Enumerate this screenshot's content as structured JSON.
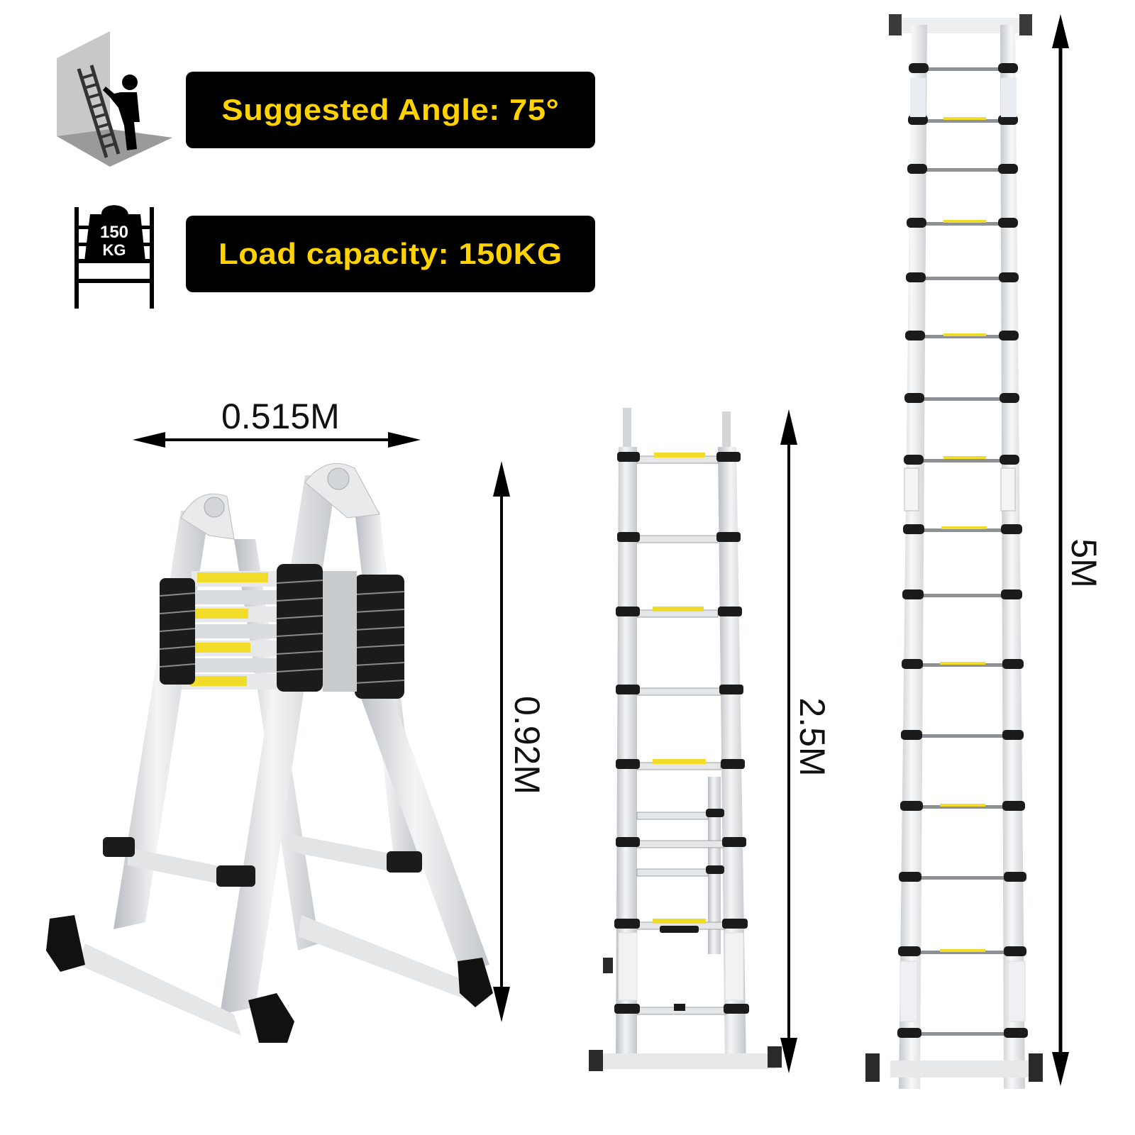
{
  "features": [
    {
      "icon": "ladder-angle-icon",
      "label": "Suggested Angle: 75°"
    },
    {
      "icon": "weight-capacity-icon",
      "label": "Load capacity: 150KG",
      "icon_text_line1": "150",
      "icon_text_line2": "KG"
    }
  ],
  "dimensions": {
    "a_frame_width": "0.515M",
    "a_frame_height": "0.92M",
    "step_ladder_height": "2.5M",
    "extension_ladder_height": "5M"
  },
  "products": [
    {
      "name": "a-frame-ladder-folded",
      "rungs": 7
    },
    {
      "name": "step-ladder-extended",
      "rungs": 11
    },
    {
      "name": "extension-ladder-fully-extended",
      "rungs": 16
    }
  ],
  "colors": {
    "badge_bg": "#000000",
    "badge_text": "#ffd200",
    "aluminum": "#dcdfe2",
    "rubber": "#1a1a1a",
    "label_yellow": "#f5e12a",
    "wall_gray": "#c8c8c8",
    "floor_gray": "#9a9a9a"
  }
}
